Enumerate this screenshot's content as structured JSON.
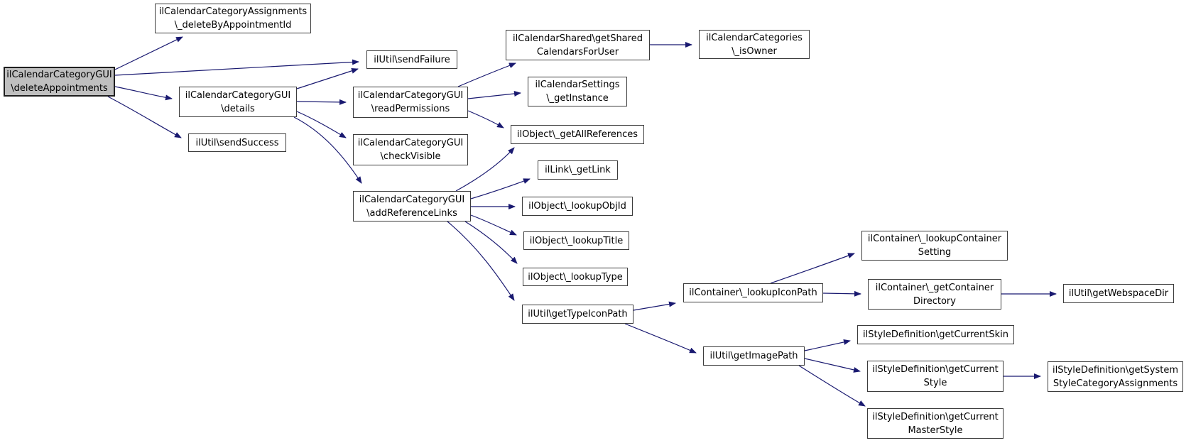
{
  "diagram": {
    "type": "doxygen-call-graph",
    "colors": {
      "background": "#ffffff",
      "edge": "#191970",
      "node_border": "#3c3c3c",
      "node_fill": "#ffffff",
      "root_node_fill": "#bfbfbf",
      "text": "#000000"
    },
    "nodes": {
      "delete_appointments": {
        "line1": "ilCalendarCategoryGUI",
        "line2": "\\deleteAppointments"
      },
      "delete_by_appointment_id": {
        "line1": "ilCalendarCategoryAssignments",
        "line2": "\\_deleteByAppointmentId"
      },
      "send_failure": {
        "line1": "ilUtil\\sendFailure"
      },
      "details": {
        "line1": "ilCalendarCategoryGUI",
        "line2": "\\details"
      },
      "send_success": {
        "line1": "ilUtil\\sendSuccess"
      },
      "read_permissions": {
        "line1": "ilCalendarCategoryGUI",
        "line2": "\\readPermissions"
      },
      "check_visible": {
        "line1": "ilCalendarCategoryGUI",
        "line2": "\\checkVisible"
      },
      "add_reference_links": {
        "line1": "ilCalendarCategoryGUI",
        "line2": "\\addReferenceLinks"
      },
      "get_shared_calendars": {
        "line1": "ilCalendarShared\\getShared",
        "line2": "CalendarsForUser"
      },
      "is_owner": {
        "line1": "ilCalendarCategories",
        "line2": "\\_isOwner"
      },
      "get_instance": {
        "line1": "ilCalendarSettings",
        "line2": "\\_getInstance"
      },
      "get_all_references": {
        "line1": "ilObject\\_getAllReferences"
      },
      "get_link": {
        "line1": "ilLink\\_getLink"
      },
      "lookup_obj_id": {
        "line1": "ilObject\\_lookupObjId"
      },
      "lookup_title": {
        "line1": "ilObject\\_lookupTitle"
      },
      "lookup_type": {
        "line1": "ilObject\\_lookupType"
      },
      "get_type_icon_path": {
        "line1": "ilUtil\\getTypeIconPath"
      },
      "lookup_icon_path": {
        "line1": "ilContainer\\_lookupIconPath"
      },
      "lookup_container_setting": {
        "line1": "ilContainer\\_lookupContainer",
        "line2": "Setting"
      },
      "get_container_directory": {
        "line1": "ilContainer\\_getContainer",
        "line2": "Directory"
      },
      "get_webspace_dir": {
        "line1": "ilUtil\\getWebspaceDir"
      },
      "get_image_path": {
        "line1": "ilUtil\\getImagePath"
      },
      "get_current_skin": {
        "line1": "ilStyleDefinition\\getCurrentSkin"
      },
      "get_current_style": {
        "line1": "ilStyleDefinition\\getCurrent",
        "line2": "Style"
      },
      "get_system_style_category_assignments": {
        "line1": "ilStyleDefinition\\getSystem",
        "line2": "StyleCategoryAssignments"
      },
      "get_current_master_style": {
        "line1": "ilStyleDefinition\\getCurrent",
        "line2": "MasterStyle"
      }
    },
    "edges": [
      {
        "from": "delete_appointments",
        "to": "delete_by_appointment_id"
      },
      {
        "from": "delete_appointments",
        "to": "send_failure"
      },
      {
        "from": "delete_appointments",
        "to": "details"
      },
      {
        "from": "delete_appointments",
        "to": "send_success"
      },
      {
        "from": "details",
        "to": "send_failure"
      },
      {
        "from": "details",
        "to": "read_permissions"
      },
      {
        "from": "details",
        "to": "check_visible"
      },
      {
        "from": "details",
        "to": "add_reference_links"
      },
      {
        "from": "read_permissions",
        "to": "get_shared_calendars"
      },
      {
        "from": "read_permissions",
        "to": "get_instance"
      },
      {
        "from": "read_permissions",
        "to": "get_all_references"
      },
      {
        "from": "add_reference_links",
        "to": "get_all_references"
      },
      {
        "from": "add_reference_links",
        "to": "get_link"
      },
      {
        "from": "add_reference_links",
        "to": "lookup_obj_id"
      },
      {
        "from": "add_reference_links",
        "to": "lookup_title"
      },
      {
        "from": "add_reference_links",
        "to": "lookup_type"
      },
      {
        "from": "add_reference_links",
        "to": "get_type_icon_path"
      },
      {
        "from": "get_shared_calendars",
        "to": "is_owner"
      },
      {
        "from": "get_type_icon_path",
        "to": "lookup_icon_path"
      },
      {
        "from": "get_type_icon_path",
        "to": "get_image_path"
      },
      {
        "from": "lookup_icon_path",
        "to": "lookup_container_setting"
      },
      {
        "from": "lookup_icon_path",
        "to": "get_container_directory"
      },
      {
        "from": "get_container_directory",
        "to": "get_webspace_dir"
      },
      {
        "from": "get_image_path",
        "to": "get_current_skin"
      },
      {
        "from": "get_image_path",
        "to": "get_current_style"
      },
      {
        "from": "get_image_path",
        "to": "get_current_master_style"
      },
      {
        "from": "get_current_style",
        "to": "get_system_style_category_assignments"
      }
    ]
  }
}
